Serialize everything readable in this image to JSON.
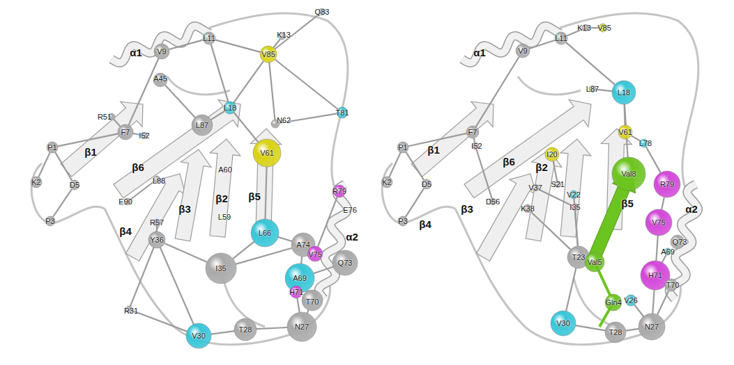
{
  "diagram": {
    "labels": [
      "α1",
      "V9",
      "L11",
      "K13",
      "Q83",
      "V85",
      "A45",
      "R51",
      "F7",
      "I52",
      "P1",
      "K2",
      "D5",
      "P3",
      "L18",
      "N62",
      "T81",
      "L87",
      "V61",
      "R79",
      "β1",
      "β6",
      "L88",
      "A60",
      "E90",
      "β2",
      "β5",
      "β3",
      "L59",
      "E76",
      "α2",
      "β4",
      "R57",
      "Y36",
      "I35",
      "L66",
      "A74",
      "V75",
      "Q73",
      "A69",
      "H71",
      "T70",
      "R31",
      "V30",
      "T28",
      "N27",
      "α1",
      "V9",
      "L11",
      "K13",
      "V85",
      "P1",
      "F7",
      "I52",
      "K2",
      "D5",
      "P3",
      "L87",
      "L18",
      "V61",
      "L78",
      "R79",
      "β1",
      "β6",
      "β2",
      "I20",
      "Val8",
      "β5",
      "α2",
      "β3",
      "S21",
      "V37",
      "V75",
      "β4",
      "D56",
      "V22",
      "K38",
      "I35",
      "A69",
      "Q73",
      "T23",
      "Val5",
      "H71",
      "T70",
      "Gln4",
      "V26",
      "V30",
      "T28",
      "N27"
    ]
  }
}
